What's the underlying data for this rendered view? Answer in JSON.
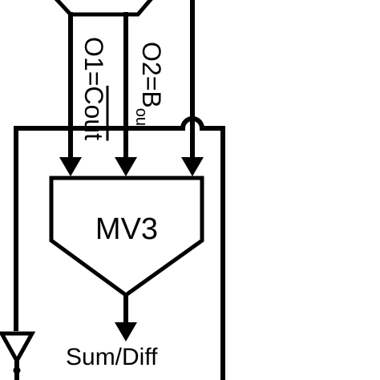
{
  "block": {
    "name": "MV3"
  },
  "signals": {
    "o1": {
      "prefix": "O1=",
      "overline_text": "Cout"
    },
    "o2": {
      "prefix": "O2=B",
      "subscript": "out"
    }
  },
  "output": {
    "label": "Sum/Diff"
  }
}
